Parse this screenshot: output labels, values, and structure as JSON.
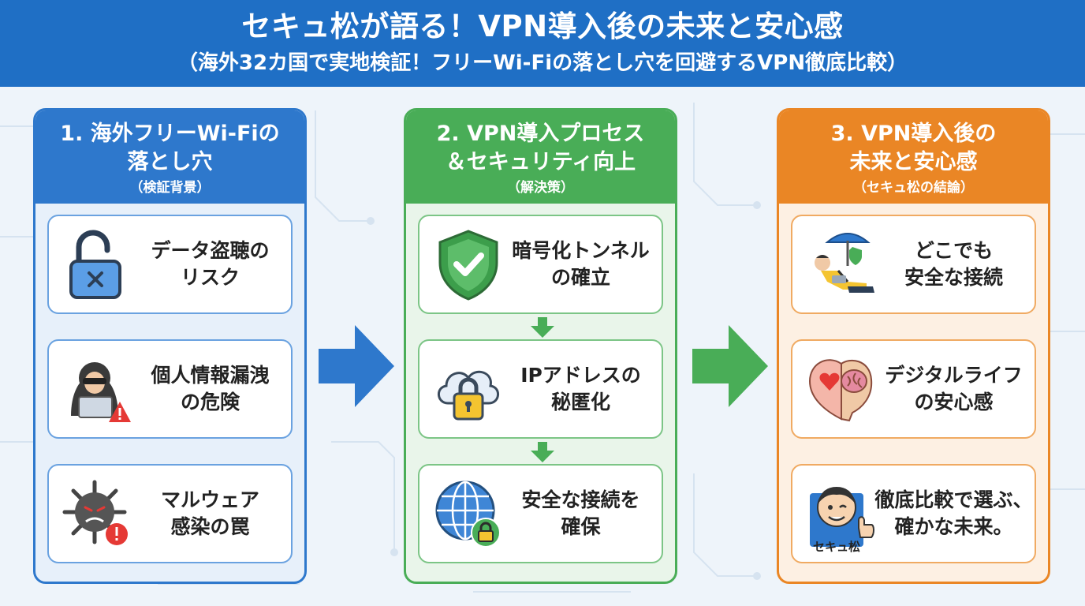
{
  "header": {
    "title": "セキュ松が語る！VPN導入後の未来と安心感",
    "subtitle": "（海外32カ国で実地検証！フリーWi-Fiの落とし穴を回避するVPN徹底比較）"
  },
  "columns": [
    {
      "title_line1": "1. 海外フリーWi-Fiの",
      "title_line2": "落とし穴",
      "subtitle": "（検証背景）",
      "cards": [
        {
          "line1": "データ盗聴の",
          "line2": "リスク",
          "icon": "unlocked-padlock-icon"
        },
        {
          "line1": "個人情報漏洩",
          "line2": "の危険",
          "icon": "hacker-laptop-warning-icon"
        },
        {
          "line1": "マルウェア",
          "line2": "感染の罠",
          "icon": "malware-virus-warning-icon"
        }
      ]
    },
    {
      "title_line1": "2. VPN導入プロセス",
      "title_line2": "＆セキュリティ向上",
      "subtitle": "（解決策）",
      "cards": [
        {
          "line1": "暗号化トンネル",
          "line2": "の確立",
          "icon": "shield-check-icon"
        },
        {
          "line1": "IPアドレスの",
          "line2": "秘匿化",
          "icon": "cloud-lock-icon"
        },
        {
          "line1": "安全な接続を",
          "line2": "確保",
          "icon": "globe-lock-icon"
        }
      ]
    },
    {
      "title_line1": "3. VPN導入後の",
      "title_line2": "未来と安心感",
      "subtitle": "（セキュ松の結論）",
      "cards": [
        {
          "line1": "どこでも",
          "line2": "安全な接続",
          "icon": "relaxing-person-umbrella-icon"
        },
        {
          "line1": "デジタルライフ",
          "line2": "の安心感",
          "icon": "heart-brain-icon"
        },
        {
          "line1": "徹底比較で選ぶ、",
          "line2": "確かな未来。",
          "icon": "mascot-thumbs-up-icon",
          "mascot_label": "セキュ松"
        }
      ]
    }
  ],
  "colors": {
    "header": "#1f6fc5",
    "column1": "#2e78cc",
    "column2": "#49ad57",
    "column3": "#ea8625",
    "warning": "#e53935"
  }
}
